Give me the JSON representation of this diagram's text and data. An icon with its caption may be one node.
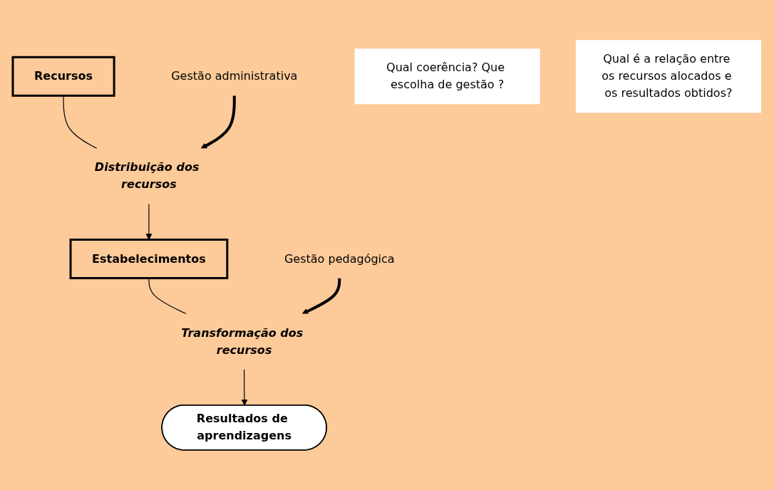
{
  "diagram": {
    "nodes": [
      {
        "text": [
          "Recursos"
        ]
      },
      {
        "text": [
          "Gestão administrativa"
        ]
      },
      {
        "text": [
          "Distribuição dos recursos"
        ]
      },
      {
        "text": [
          "Qual coerência? Que escolha de gestão ?"
        ]
      },
      {
        "text": [
          "Estabelecimentos"
        ]
      },
      {
        "text": [
          "Gestão pedagógica"
        ]
      },
      {
        "text": [
          "Transformação dos recursos"
        ]
      },
      {
        "text": [
          "Qual é a relação entre os recursos alocados e os resultados obtidos?"
        ]
      },
      {
        "text": [
          "Resultados de aprendizagens"
        ]
      }
    ],
    "edges": [
      {
        "from": 0,
        "to": 2,
        "arrow": "none"
      },
      {
        "from": 1,
        "to": 2,
        "arrow": "to",
        "style": "thick"
      },
      {
        "from": 2,
        "to": 4,
        "arrow": "to"
      },
      {
        "from": 4,
        "to": 6,
        "arrow": "none"
      },
      {
        "from": 5,
        "to": 6,
        "arrow": "to",
        "style": "thick"
      },
      {
        "from": 6,
        "to": 8,
        "arrow": "to"
      }
    ]
  }
}
